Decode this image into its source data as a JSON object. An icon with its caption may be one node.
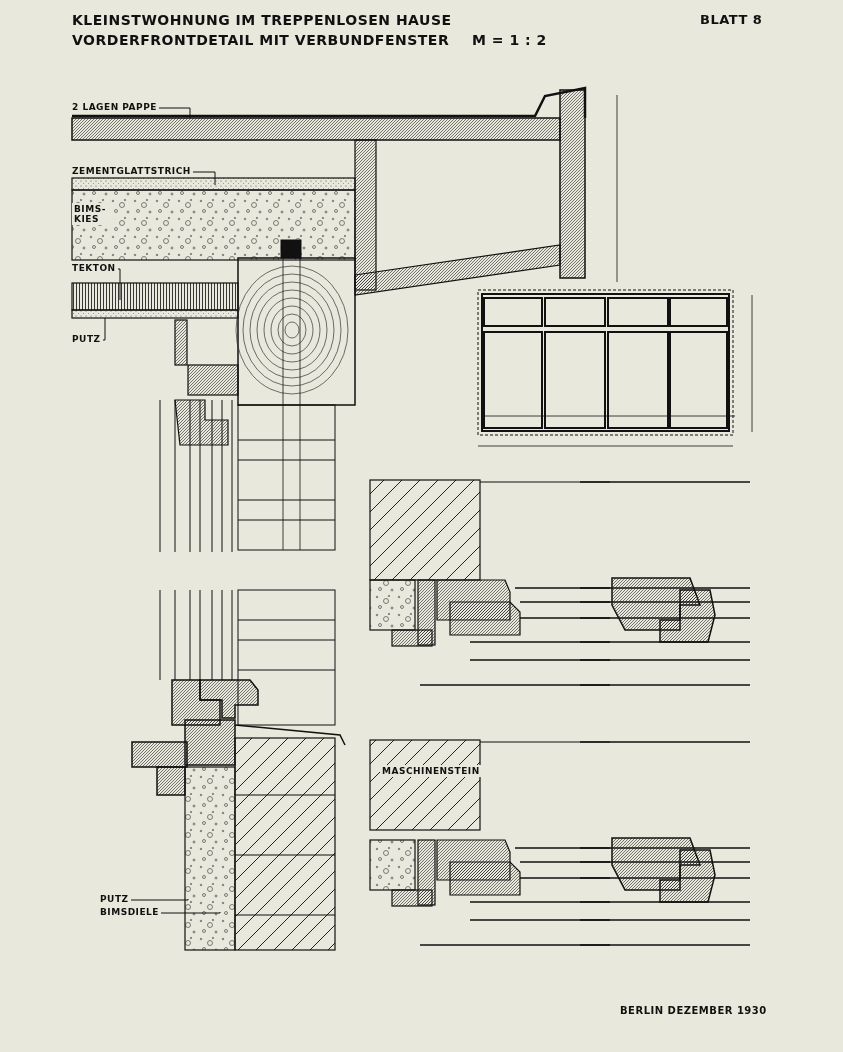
{
  "diagram": {
    "title": "KLEINSTWOHNUNG IM TREPPENLOSEN HAUSE VORDERFRONTDETAIL MIT VERBUNDFENSTER",
    "nodes": [
      {
        "text": [
          "2 LAGEN PAPPE"
        ]
      },
      {
        "text": [
          "ZEMENTGLATTSTRICH"
        ]
      },
      {
        "text": [
          "TEKTON"
        ]
      },
      {
        "text": [
          "PUTZ"
        ]
      },
      {
        "text": [
          "PUTZ"
        ]
      },
      {
        "text": [
          "BIMSDIELE"
        ]
      }
    ],
    "edges": [
      {
        "from": 0,
        "to": null,
        "arrow": "none"
      },
      {
        "from": 1,
        "to": null,
        "arrow": "none"
      },
      {
        "from": 2,
        "to": null,
        "arrow": "none"
      },
      {
        "from": 3,
        "to": null,
        "arrow": "none"
      },
      {
        "from": 4,
        "to": null,
        "arrow": "none"
      },
      {
        "from": 5,
        "to": null,
        "arrow": "none"
      }
    ],
    "labels": [
      "M = 1 : 2",
      "BLATT 8",
      "BIMS- KIES",
      "MASCHINENSTEIN",
      "BERLIN DEZEMBER 1930"
    ]
  }
}
